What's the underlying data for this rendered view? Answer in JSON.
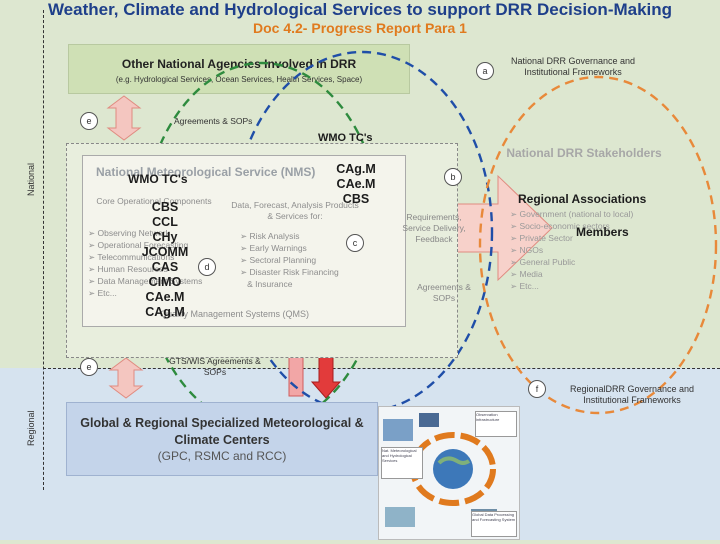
{
  "header": {
    "title": "Weather, Climate and Hydrological Services to support DRR Decision-Making",
    "subtitle": "Doc 4.2- Progress Report Para 1"
  },
  "side_labels": {
    "national": "National",
    "regional": "Regional"
  },
  "other_agencies": {
    "title": "Other National Agencies Involved in DRR",
    "subtitle": "(e.g. Hydrological Services, Ocean Services, Health Services, Space)"
  },
  "markers": {
    "a": "a",
    "b": "b",
    "c": "c",
    "d": "d",
    "e1": "e",
    "e2": "e",
    "f": "f"
  },
  "governance": {
    "national": "National DRR Governance and Institutional Frameworks",
    "regional": "RegionalDRR Governance and Institutional Frameworks"
  },
  "agreements_sops": "Agreements & SOPs",
  "wmo_tcs_top": "WMO TC's",
  "nmhs": {
    "title": "National Meteorological Service (NMS)",
    "core_heading": "Core Operational Components",
    "core_items": [
      "Observing Network",
      "Operational Forecasting",
      "Telecommunications",
      "Human Resources",
      "Data Management Systems",
      "Etc..."
    ],
    "products_heading": "Data, Forecast, Analysis Products & Services for:",
    "products_items": [
      "Risk Analysis",
      "Early Warnings",
      "Sectoral Planning",
      "Disaster Risk Financing",
      "& Insurance"
    ],
    "qms": "Quality Management Systems (QMS)"
  },
  "overlay_left": {
    "heading": "WMO TC's",
    "items": [
      "CBS",
      "CCL",
      "CHy",
      "JCOMM",
      "CAS",
      "CIMO",
      "CAe.M",
      "CAg.M"
    ]
  },
  "overlay_right": {
    "items": [
      "CAg.M",
      "CAe.M",
      "CBS"
    ]
  },
  "requirements": "Requirements, Service Delivery, Feedback",
  "agreements_right": "Agreements & SOPs",
  "stakeholders": {
    "title": "National DRR Stakeholders",
    "regional_associations": "Regional Associations",
    "members": "Members",
    "items": [
      "Government (national to local)",
      "Socio-economic sectors",
      "Private Sector",
      "NGOs",
      "General Public",
      "Media",
      "Etc..."
    ]
  },
  "gts": "GTS/WIS Agreements & SOPs",
  "global_centers": {
    "title": "Global & Regional Specialized Meteorological & Climate Centers",
    "subtitle": "(GPC, RSMC and RCC)"
  },
  "globe_image": {
    "top": "Observation infrastructure",
    "left": "Nat. Meteorological and Hydrological Services",
    "bottom": "Global Data Processing and Forecasting System"
  }
}
